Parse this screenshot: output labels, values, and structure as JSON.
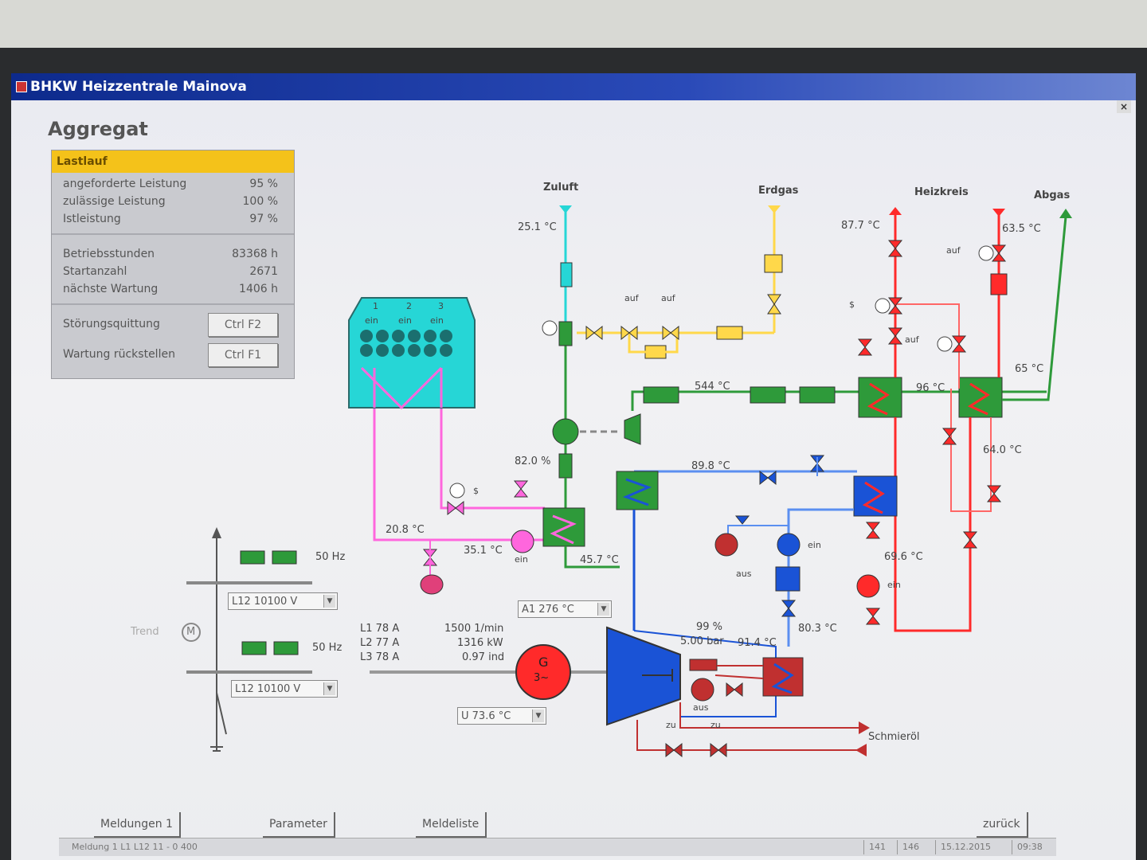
{
  "window": {
    "title": "BHKW Heizzentrale Mainova",
    "close": "×"
  },
  "aggregate": {
    "heading": "Aggregat",
    "status": "Lastlauf",
    "rows1": [
      {
        "label": "angeforderte Leistung",
        "value": "95 %"
      },
      {
        "label": "zulässige Leistung",
        "value": "100 %"
      },
      {
        "label": "Istleistung",
        "value": "97 %"
      }
    ],
    "rows2": [
      {
        "label": "Betriebsstunden",
        "value": "83368 h"
      },
      {
        "label": "Startanzahl",
        "value": "2671"
      },
      {
        "label": "nächste Wartung",
        "value": "1406 h"
      }
    ],
    "actions": [
      {
        "label": "Störungsquittung",
        "button": "Ctrl F2"
      },
      {
        "label": "Wartung rückstellen",
        "button": "Ctrl F1"
      }
    ]
  },
  "streams": {
    "zuluft": "Zuluft",
    "erdgas": "Erdgas",
    "heizkreis": "Heizkreis",
    "abgas": "Abgas",
    "schmierol": "Schmieröl"
  },
  "cooler": {
    "fan_numbers": [
      "1",
      "2",
      "3"
    ],
    "fan_states": [
      "ein",
      "ein",
      "ein"
    ]
  },
  "values": {
    "zuluft_temp": "25.1 °C",
    "heiz_vl_temp": "87.7 °C",
    "heiz_rl_temp": "63.5 °C",
    "abgas_544": "544 °C",
    "temp_96": "96 °C",
    "temp_65": "65 °C",
    "valve_82": "82.0 %",
    "temp_89": "89.8 °C",
    "temp_64": "64.0 °C",
    "temp_20": "20.8 °C",
    "temp_35": "35.1 °C",
    "temp_45": "45.7 °C",
    "temp_69": "69.6 °C",
    "temp_80": "80.3 °C",
    "temp_91": "91.4 °C",
    "pct_99": "99 %",
    "bar_500": "5.00 bar"
  },
  "states": {
    "auf": "auf",
    "ein": "ein",
    "aus": "aus",
    "zu": "zu",
    "s": "$"
  },
  "generator": {
    "symbol": "G",
    "phase": "3~",
    "currents": [
      "L1 78 A",
      "L2 77 A",
      "L3 78 A"
    ],
    "speed": "1500 1/min",
    "power": "1316 kW",
    "pf": "0.97 ind"
  },
  "grid": {
    "freq1": "50 Hz",
    "freq2": "50 Hz",
    "volt1": "L12 10100 V",
    "volt2": "L12 10100 V",
    "trend_label": "Trend",
    "motor": "M"
  },
  "dropdowns": {
    "a1": "A1 276 °C",
    "u": "U 73.6 °C"
  },
  "bottom": {
    "meldungen": "Meldungen 1",
    "parameter": "Parameter",
    "meldeliste": "Meldeliste",
    "zurueck": "zurück"
  },
  "statusbar": {
    "message": "Meldung 1 L1 L12 11 - 0 400",
    "c1": "141",
    "c2": "146",
    "date": "15.12.2015",
    "time": "09:38"
  },
  "colors": {
    "air": "#26d6d6",
    "gas": "#ffd84a",
    "hot": "#ff2a2a",
    "exhaust": "#2e9a3a",
    "water": "#1a53d6",
    "glycol": "#ff66dd",
    "oil": "#c03030"
  }
}
